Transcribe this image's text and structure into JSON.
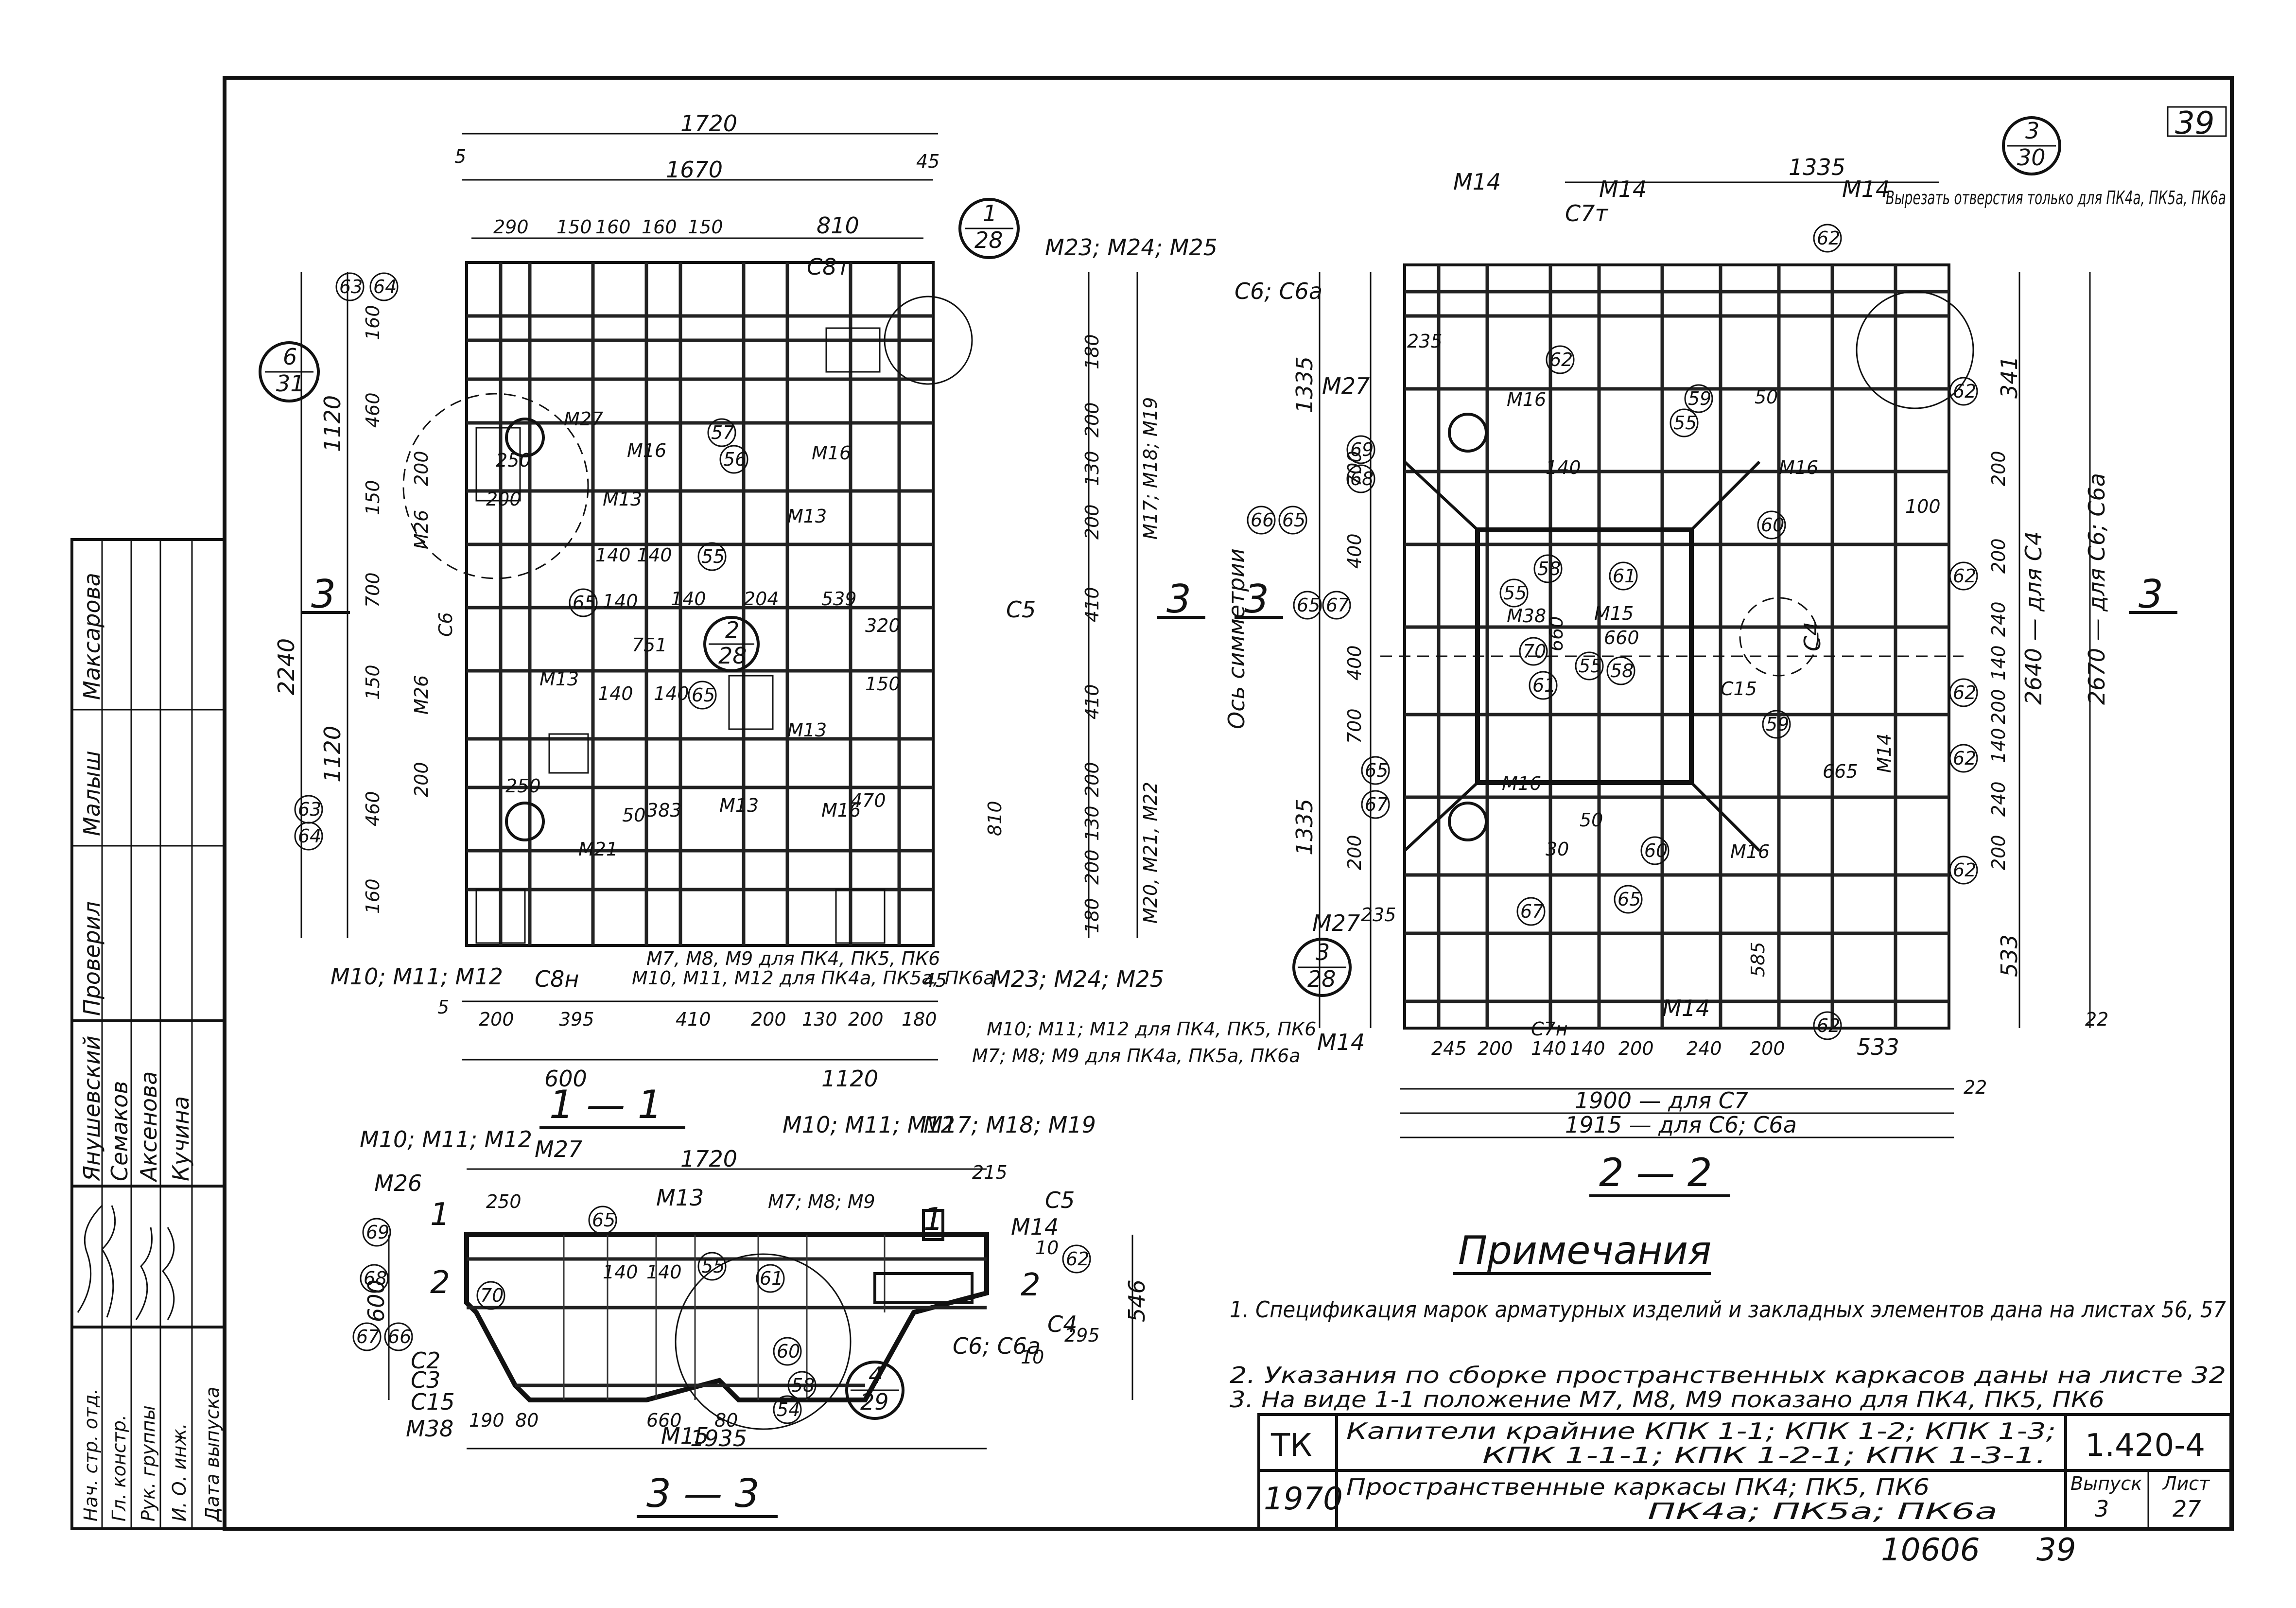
{
  "sheet": {
    "corner_number": "39",
    "bottom_number": "10606",
    "bottom_number_2": "39"
  },
  "sections": {
    "s11": "1 — 1",
    "s22": "2 — 2",
    "s33": "3 — 3",
    "cut_marks": [
      "3",
      "3",
      "3",
      "3",
      "1",
      "1",
      "2",
      "2"
    ]
  },
  "callouts": [
    {
      "top": "1",
      "bottom": "28"
    },
    {
      "top": "6",
      "bottom": "31"
    },
    {
      "top": "2",
      "bottom": "28"
    },
    {
      "top": "3",
      "bottom": "30"
    },
    {
      "top": "3",
      "bottom": "28"
    },
    {
      "top": "4",
      "bottom": "29"
    }
  ],
  "view11": {
    "dims_top": [
      "1720",
      "1670",
      "5",
      "45",
      "290",
      "150",
      "160",
      "160",
      "150",
      "810"
    ],
    "dims_bottom": [
      "5",
      "200",
      "395",
      "410",
      "200",
      "130",
      "200",
      "180",
      "600",
      "1120",
      "45"
    ],
    "dims_left": [
      "2240",
      "1120",
      "1120",
      "160",
      "460",
      "200",
      "150",
      "700",
      "150",
      "200",
      "460",
      "160"
    ],
    "dims_right": [
      "180",
      "200",
      "130",
      "200",
      "410",
      "410",
      "200",
      "130",
      "200",
      "180",
      "810"
    ],
    "dims_inner": [
      "250",
      "200",
      "140",
      "140",
      "140",
      "140",
      "204",
      "539",
      "320",
      "150",
      "751",
      "140",
      "140",
      "383",
      "470",
      "250",
      "50"
    ],
    "marks": [
      "С8т",
      "М23; М24; М25",
      "М27",
      "М16",
      "М13",
      "М16",
      "М13",
      "М13",
      "М13",
      "М26",
      "С6",
      "М26",
      "С5",
      "М16",
      "М21",
      "М13",
      "М17; М18; М19",
      "М20, М21, М22",
      "М10; М11; М12",
      "С8н",
      "М23; М24; М25"
    ],
    "bubbles": [
      "63",
      "64",
      "57",
      "56",
      "55",
      "65",
      "65",
      "63",
      "64"
    ],
    "note_bottom_1": "М7, М8, М9 для ПК4, ПК5, ПК6",
    "note_bottom_2": "М10, М11, М12 для ПК4а, ПК5а, ПК6а",
    "note_right_1": "М10; М11; М12 для ПК4, ПК5, ПК6",
    "note_right_2": "М7; М8; М9 для ПК4а, ПК5а, ПК6а"
  },
  "view22": {
    "dims_top": [
      "1335"
    ],
    "dims_left": [
      "1335",
      "1335",
      "700",
      "400",
      "400",
      "700",
      "200",
      "235",
      "235"
    ],
    "dims_right": [
      "200",
      "200",
      "240",
      "140",
      "200",
      "140",
      "240",
      "200",
      "341",
      "533",
      "2640 — для С4",
      "2670 — для С6; С6а"
    ],
    "dims_bottom": [
      "245",
      "200",
      "140",
      "140",
      "200",
      "240",
      "200",
      "533",
      "22",
      "22"
    ],
    "dim_c7": "1900 — для С7",
    "dim_c6": "1915 — для С6; С6а",
    "dims_inner": [
      "660",
      "660",
      "140",
      "50",
      "50",
      "30",
      "585",
      "665",
      "100"
    ],
    "marks": [
      "М14",
      "М14",
      "С7т",
      "М14",
      "С6; С6а",
      "М27",
      "М16",
      "М16",
      "М38",
      "М15",
      "С4",
      "С15",
      "М14",
      "М27",
      "М16",
      "С7н",
      "М14",
      "М14",
      "М16"
    ],
    "bubbles": [
      "62",
      "62",
      "62",
      "59",
      "55",
      "60",
      "61",
      "58",
      "55",
      "70",
      "61",
      "55",
      "58",
      "62",
      "62",
      "59",
      "60",
      "62",
      "62",
      "62",
      "67",
      "65",
      "69",
      "68",
      "66",
      "65",
      "65",
      "67"
    ],
    "axis_label": "Ось симметрии",
    "hole_note": "Вырезать отверстия только для ПК4а, ПК5а, ПК6а"
  },
  "view33": {
    "dims": [
      "1720",
      "600",
      "546",
      "295",
      "1935",
      "190",
      "80",
      "660",
      "80",
      "140",
      "140",
      "215",
      "250",
      "10",
      "10"
    ],
    "marks": [
      "М10; М11; М12",
      "М27",
      "М26",
      "М13",
      "М10; М11; М12",
      "М17; М18; М19",
      "М7; М8; М9",
      "С5",
      "М14",
      "С2",
      "С3",
      "С15",
      "М38",
      "М15",
      "С6; С6а",
      "С4"
    ],
    "bubbles": [
      "69",
      "68",
      "67",
      "66",
      "70",
      "65",
      "55",
      "61",
      "60",
      "58",
      "54",
      "62"
    ]
  },
  "notes": {
    "title": "Примечания",
    "items": [
      "1. Спецификация марок арматурных изделий и закладных элементов дана на листах 56, 57",
      "2. Указания по сборке пространственных каркасов даны на листе 32",
      "3. На виде 1-1 положение М7, М8, М9 показано для ПК4, ПК5, ПК6"
    ]
  },
  "stamp": {
    "org": "ТК",
    "year": "1970",
    "title1": "Капители крайние КПК 1-1; КПК 1-2; КПК 1-3;",
    "title1b": "КПК 1-1-1; КПК 1-2-1; КПК 1-3-1.",
    "title2": "Пространственные каркасы ПК4; ПК5, ПК6",
    "title2b": "ПК4а; ПК5а; ПК6а",
    "code": "1.420-4",
    "issue_label": "Выпуск",
    "issue": "3",
    "sheet_label": "Лист",
    "sheet": "27"
  },
  "side_block": {
    "roles": [
      "Нач. стр. отд.",
      "Гл. констр.",
      "Рук. группы",
      "И. О. инж.",
      "Дата выпуска"
    ],
    "names": [
      "Янушевский",
      "Семаков",
      "Аксенова",
      "Кучина"
    ],
    "checked_label": "Проверил",
    "checked_name": "Малыш",
    "checked_label2": "Максарова"
  }
}
